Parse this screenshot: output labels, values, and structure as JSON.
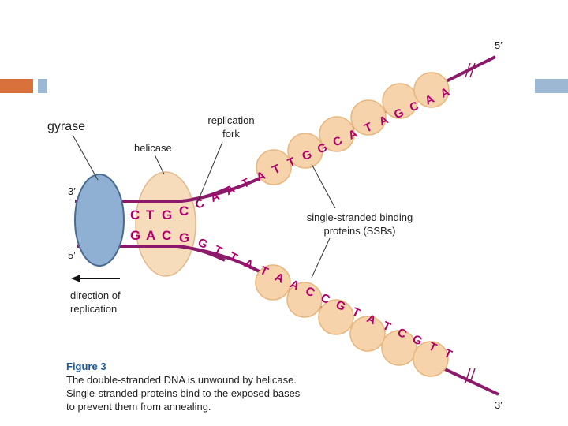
{
  "slide": {
    "accent_left": "#d9713d",
    "accent_blue": "#9db8d2"
  },
  "labels": {
    "gyrase": "gyrase",
    "helicase": "helicase",
    "replication_fork_line1": "replication",
    "replication_fork_line2": "fork",
    "ssb_line1": "single-stranded binding",
    "ssb_line2": "proteins (SSBs)",
    "direction_line1": "direction of",
    "direction_line2": "replication",
    "end_3_left": "3′",
    "end_5_left": "5′",
    "end_5_top": "5′",
    "end_3_bottom": "3′"
  },
  "caption": {
    "figure": "Figure 3",
    "line1": "The double-stranded DNA is unwound by helicase.",
    "line2": "Single-stranded proteins bind to the exposed bases",
    "line3": "to prevent them from annealing."
  },
  "sequence": {
    "inner_top": [
      "C",
      "T",
      "G",
      "C"
    ],
    "inner_bottom": [
      "G",
      "A",
      "C",
      "G"
    ],
    "upper_strand": "CAATATTGGCATAGCAA",
    "lower_strand": "GTTATAACCGTATCGTT"
  },
  "colors": {
    "strand": "#8c1a6a",
    "base_text": "#b0006e",
    "ssb_fill": "#f6d3aa",
    "ssb_stroke": "#e8b77f",
    "helicase_fill": "#f7dcbc",
    "gyrase_fill": "#8fb0d2",
    "gyrase_stroke": "#4a6a92",
    "caption_title": "#1d5a9c"
  }
}
